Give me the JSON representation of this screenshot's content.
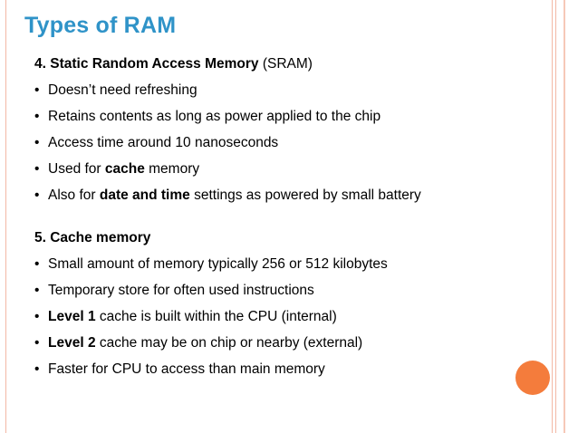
{
  "slide": {
    "title": "Types of RAM"
  },
  "section1": {
    "heading_bold": "4. Static Random Access Memory",
    "heading_rest": " (SRAM)",
    "items": [
      {
        "before": "Doesn’t need refreshing",
        "bold": "",
        "after": ""
      },
      {
        "before": "Retains contents as long as power applied to the chip",
        "bold": "",
        "after": ""
      },
      {
        "before": "Access time around 10 nanoseconds",
        "bold": "",
        "after": ""
      },
      {
        "before": "Used for ",
        "bold": "cache",
        "after": " memory"
      },
      {
        "before": "Also for ",
        "bold": "date and time",
        "after": " settings as powered by small battery"
      }
    ]
  },
  "section2": {
    "heading_bold": "5. Cache memory",
    "items": [
      {
        "before": "Small amount of memory typically 256 or 512 kilobytes",
        "bold": "",
        "after": ""
      },
      {
        "before": "Temporary store for often used instructions",
        "bold": "",
        "after": ""
      },
      {
        "before": "",
        "bold": "Level 1",
        "after": " cache is built within the CPU (internal)"
      },
      {
        "before": "",
        "bold": "Level 2",
        "after": " cache may be on chip or nearby (external)"
      },
      {
        "before": "Faster for CPU to access than main memory",
        "bold": "",
        "after": ""
      }
    ]
  },
  "theme": {
    "title_color": "#2f93c8",
    "accent_color": "#f47c3c",
    "frame_color": "#f3b8a5"
  }
}
